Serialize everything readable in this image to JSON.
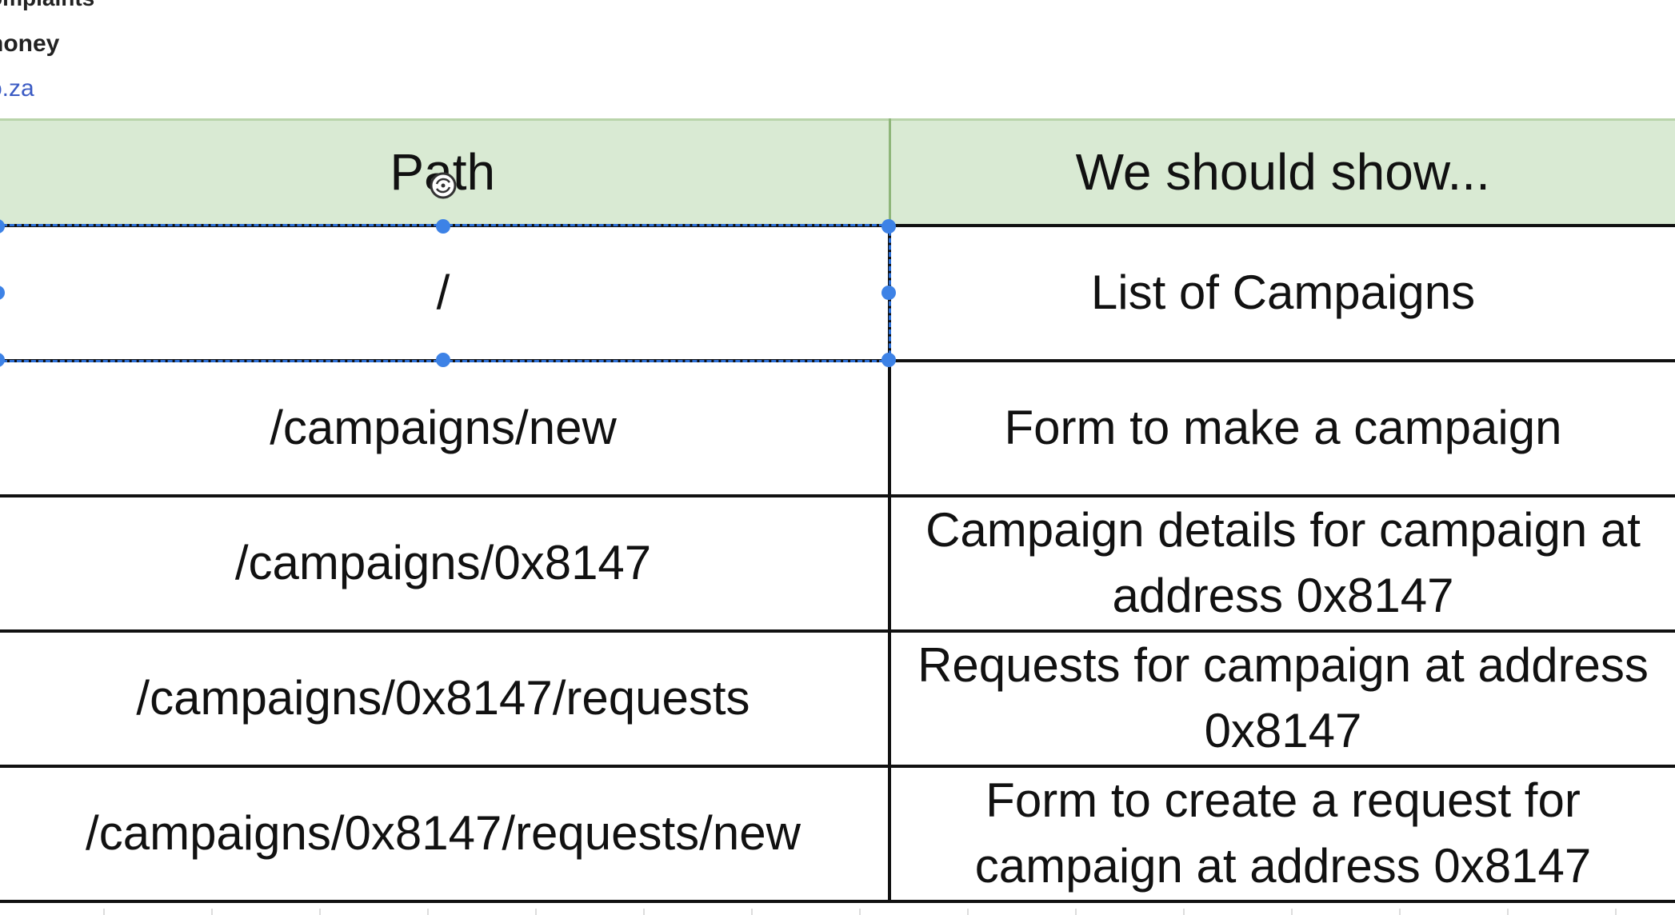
{
  "side_text": {
    "line1": "omplaints",
    "line2": "noney",
    "line3": "o.za"
  },
  "colors": {
    "header_bg": "#d9ead3",
    "selection": "#3d82e6",
    "link": "#3b5bc4"
  },
  "table": {
    "headers": [
      "Path",
      "We should show..."
    ],
    "rows": [
      {
        "path": "/",
        "show": "List of Campaigns"
      },
      {
        "path": "/campaigns/new",
        "show": "Form to make a campaign"
      },
      {
        "path": "/campaigns/0x8147",
        "show": "Campaign details for campaign at address 0x8147"
      },
      {
        "path": "/campaigns/0x8147/requests",
        "show": "Requests for campaign at address 0x8147"
      },
      {
        "path": "/campaigns/0x8147/requests/new",
        "show": "Form to create a request for campaign at address 0x8147"
      }
    ],
    "selected_row": 0,
    "selected_column": "path"
  },
  "icons": {
    "cursor": "rotate-cursor-icon"
  }
}
